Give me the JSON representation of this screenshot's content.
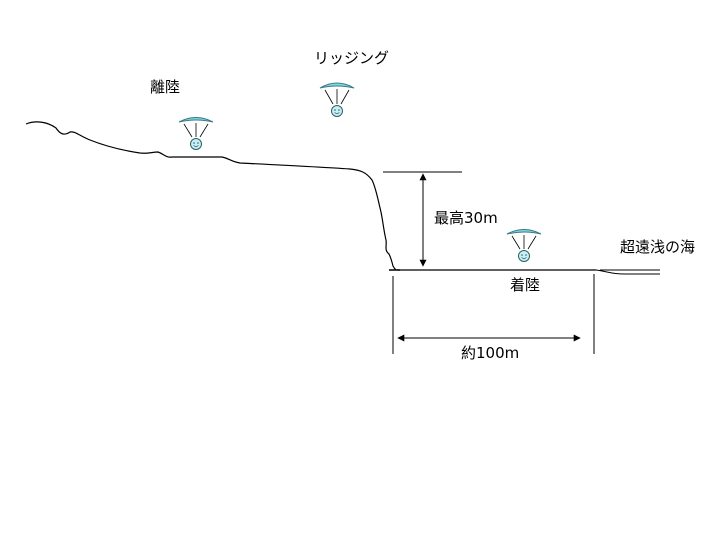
{
  "labels": {
    "takeoff": "離陸",
    "rigging": "リッジング",
    "max_height": "最高30m",
    "landing": "着陸",
    "shallow_sea": "超遠浅の海",
    "distance": "約100m"
  },
  "colors": {
    "line": "#000000",
    "wing_fill": "#7fd6e0",
    "wing_stroke": "#3a7a86",
    "pilot_fill": "#c8f0f4",
    "pilot_stroke": "#2f5f66"
  }
}
